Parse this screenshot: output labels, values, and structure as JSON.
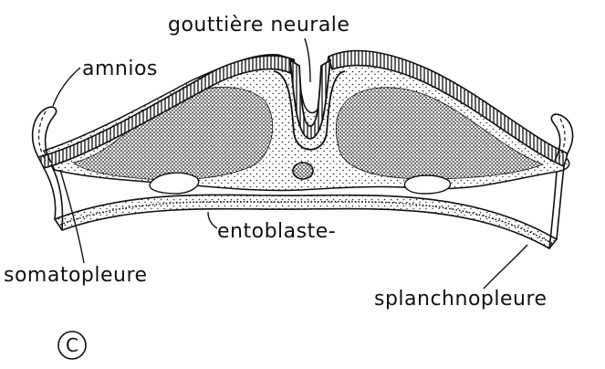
{
  "labels": {
    "neural_groove": "gouttière neurale",
    "amnion": "amnios",
    "entoblast": "entoblaste-",
    "somatopleure": "somatopleure",
    "splanchnopleure": "splanchnopleure"
  },
  "panel_letter": "C",
  "colors": {
    "ink": "#111111",
    "background": "#ffffff"
  }
}
